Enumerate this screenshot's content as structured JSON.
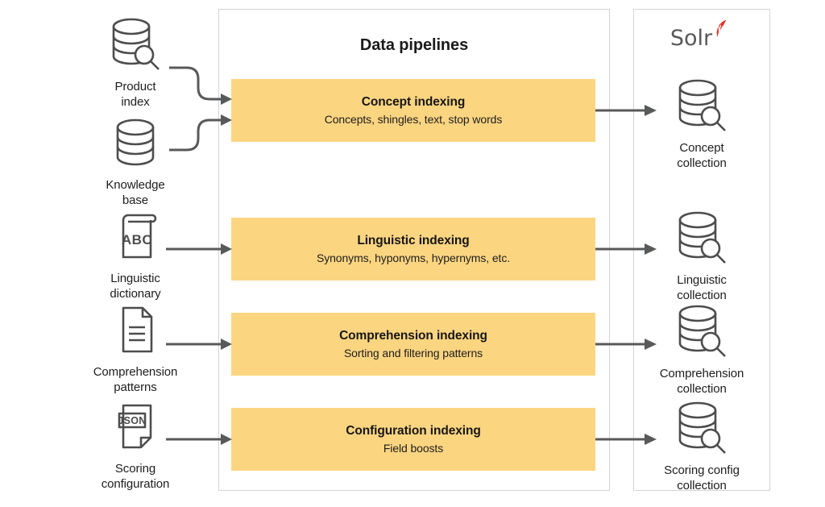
{
  "diagram": {
    "title": "Data pipelines",
    "accent_color": "#fcd581",
    "line_color": "#58595b",
    "panel_border_color": "#d4d4d4",
    "background": "#ffffff"
  },
  "panels": {
    "pipelines": {
      "title": "Data pipelines"
    },
    "solr": {
      "brand_text": "Solr",
      "brand_mark_color": "#e8322a",
      "brand_word_color": "#58595b"
    }
  },
  "sources": [
    {
      "label": "Product\nindex",
      "icon": "database-search-icon"
    },
    {
      "label": "Knowledge\nbase",
      "icon": "database-icon"
    },
    {
      "label": "Linguistic\ndictionary",
      "icon": "abc-book-icon",
      "icon_text": "ABC"
    },
    {
      "label": "Comprehension\npatterns",
      "icon": "document-lines-icon"
    },
    {
      "label": "Scoring\nconfiguration",
      "icon": "json-document-icon",
      "icon_text": "JSON"
    }
  ],
  "stages": [
    {
      "title": "Concept indexing",
      "subtitle": "Concepts, shingles, text, stop words"
    },
    {
      "title": "Linguistic indexing",
      "subtitle": "Synonyms, hyponyms, hypernyms, etc."
    },
    {
      "title": "Comprehension indexing",
      "subtitle": "Sorting and filtering patterns"
    },
    {
      "title": "Configuration indexing",
      "subtitle": "Field boosts"
    }
  ],
  "collections": [
    {
      "label": "Concept\ncollection",
      "icon": "database-search-icon"
    },
    {
      "label": "Linguistic\ncollection",
      "icon": "database-search-icon"
    },
    {
      "label": "Comprehension\ncollection",
      "icon": "database-search-icon"
    },
    {
      "label": "Scoring config\ncollection",
      "icon": "database-search-icon"
    }
  ]
}
